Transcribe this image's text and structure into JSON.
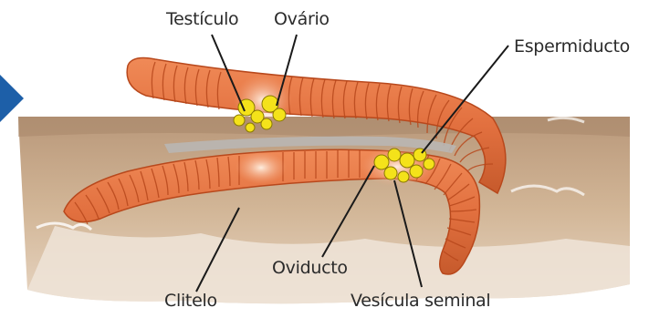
{
  "labels": {
    "testiculo": "Testículo",
    "ovario": "Ovário",
    "espermiducto": "Espermiducto",
    "oviducto": "Oviducto",
    "clitelo": "Clitelo",
    "vesicula_seminal": "Vesícula seminal"
  },
  "colors": {
    "worm_body": "#e2703f",
    "worm_segment_line": "#b8481c",
    "organ_yellow": "#f4e21a",
    "soil": "#c8ab8c",
    "leader_line": "#1a1a1a",
    "arrow_accent": "#1d5fa8"
  }
}
